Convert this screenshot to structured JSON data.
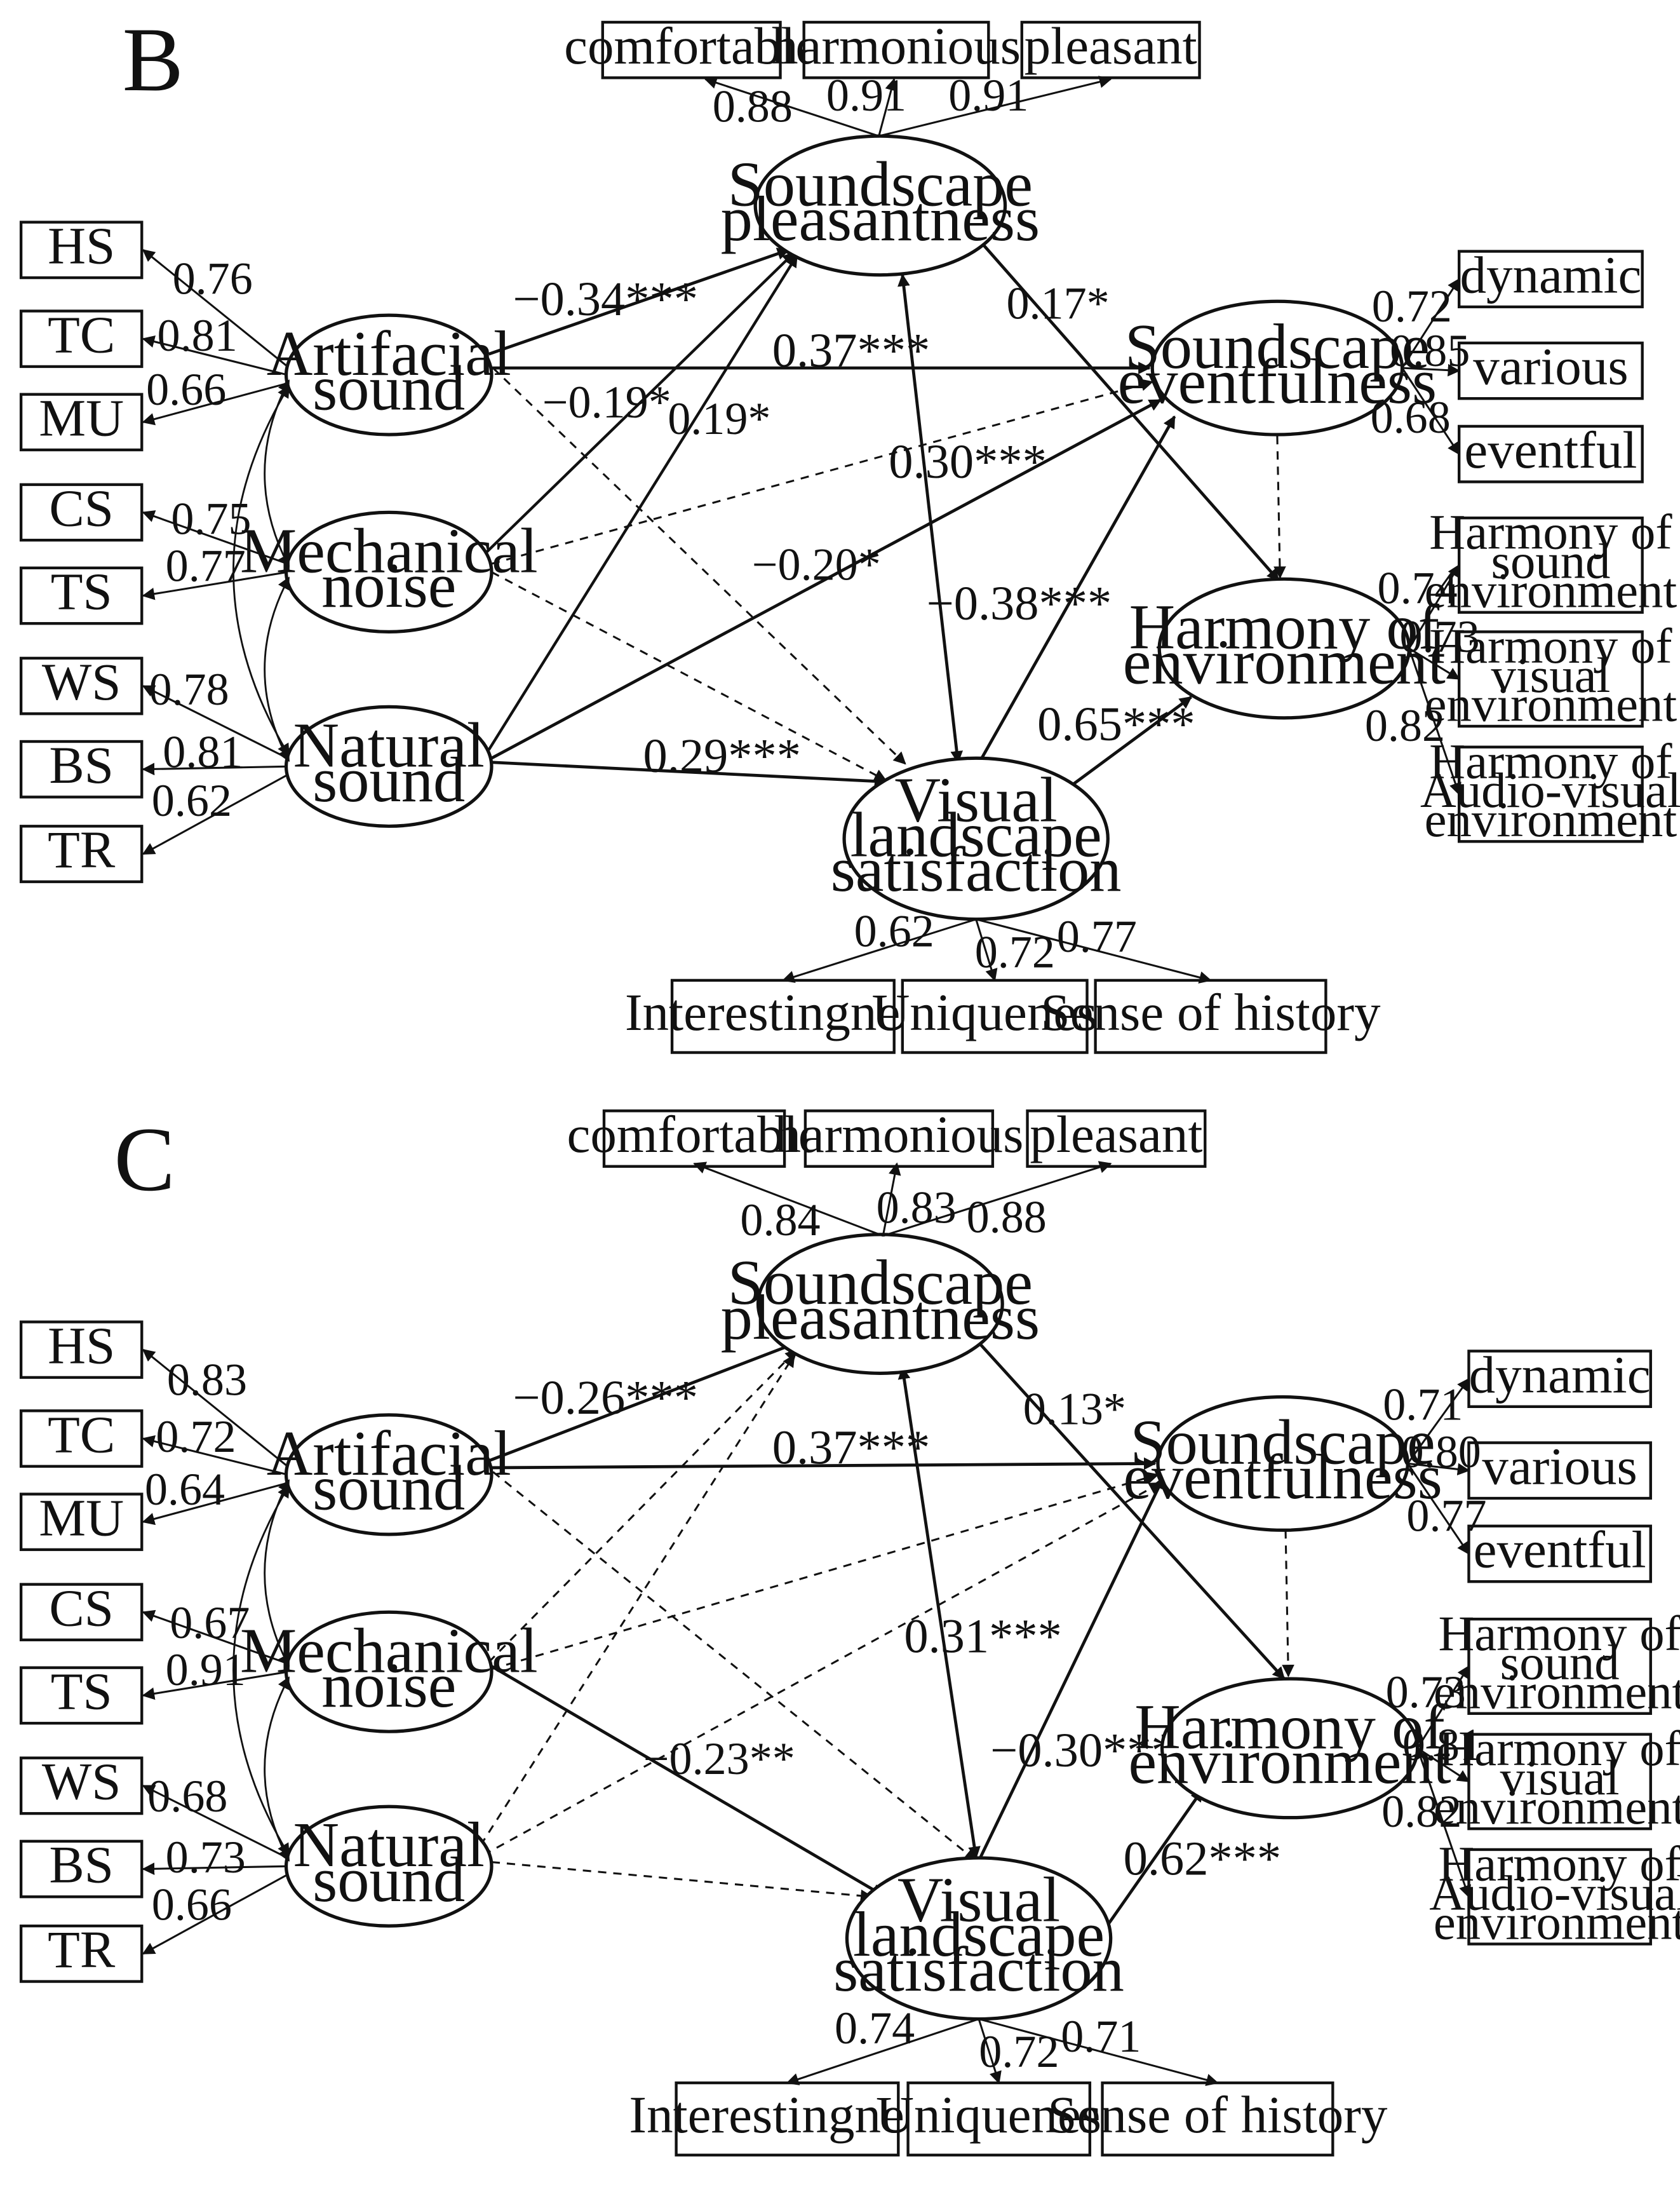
{
  "panels": [
    {
      "label": "B",
      "latent": {
        "artificial": [
          "Artifacial",
          "sound"
        ],
        "mechanical": [
          "Mechanical",
          "noise"
        ],
        "natural": [
          "Natural",
          "sound"
        ],
        "pleasantness": [
          "Soundscape",
          "pleasantness"
        ],
        "eventfulness": [
          "Soundscape",
          "eventfulness"
        ],
        "harmony": [
          "Harmony of",
          "environment"
        ],
        "visual": [
          "Visual",
          "landscape",
          "satisfaction"
        ]
      },
      "indicators": {
        "pleasantness": [
          "comfortable",
          "harmonious",
          "pleasant"
        ],
        "artificial": [
          "HS",
          "TC",
          "MU"
        ],
        "mechanical": [
          "CS",
          "TS"
        ],
        "natural": [
          "WS",
          "BS",
          "TR"
        ],
        "eventfulness": [
          "dynamic",
          "various",
          "eventful"
        ],
        "harmony": [
          [
            "Harmony of",
            "sound",
            "environment"
          ],
          [
            "Harmony of",
            "visual",
            "environment"
          ],
          [
            "Harmony of",
            "Audio-visual",
            "environment"
          ]
        ],
        "visual": [
          "Interestingness",
          "Uniqueness",
          "Sense of history"
        ]
      },
      "loadings": {
        "pleasantness": [
          "0.88",
          "0.91",
          "0.91"
        ],
        "artificial": [
          "0.76",
          "0.81",
          "0.66"
        ],
        "mechanical": [
          "0.75",
          "0.77"
        ],
        "natural": [
          "0.78",
          "0.81",
          "0.62"
        ],
        "eventfulness": [
          "0.72",
          "0.85",
          "0.68"
        ],
        "harmony": [
          "0.74",
          "0.73",
          "0.82"
        ],
        "visual": [
          "0.62",
          "0.72",
          "0.77"
        ]
      },
      "paths": {
        "art_pleas": "−0.34***",
        "art_event": "0.37***",
        "mech_pleas": "−0.19*",
        "nat_pleas": "0.19*",
        "pleas_visual": "0.30***",
        "pleas_harmony": "0.17*",
        "nat_event": "−0.20*",
        "visual_event": "−0.38***",
        "nat_visual": "0.29***",
        "visual_harmony": "0.65***"
      }
    },
    {
      "label": "C",
      "latent": {
        "artificial": [
          "Artifacial",
          "sound"
        ],
        "mechanical": [
          "Mechanical",
          "noise"
        ],
        "natural": [
          "Natural",
          "sound"
        ],
        "pleasantness": [
          "Soundscape",
          "pleasantness"
        ],
        "eventfulness": [
          "Soundscape",
          "eventfulness"
        ],
        "harmony": [
          "Harmony of",
          "environment"
        ],
        "visual": [
          "Visual",
          "landscape",
          "satisfaction"
        ]
      },
      "indicators": {
        "pleasantness": [
          "comfortable",
          "harmonious",
          "pleasant"
        ],
        "artificial": [
          "HS",
          "TC",
          "MU"
        ],
        "mechanical": [
          "CS",
          "TS"
        ],
        "natural": [
          "WS",
          "BS",
          "TR"
        ],
        "eventfulness": [
          "dynamic",
          "various",
          "eventful"
        ],
        "harmony": [
          [
            "Harmony of",
            "sound",
            "environment"
          ],
          [
            "Harmony of",
            "visual",
            "environment"
          ],
          [
            "Harmony of",
            "Audio-visual",
            "environment"
          ]
        ],
        "visual": [
          "Interestingness",
          "Uniqueness",
          "Sense of history"
        ]
      },
      "loadings": {
        "pleasantness": [
          "0.84",
          "0.83",
          "0.88"
        ],
        "artificial": [
          "0.83",
          "0.72",
          "0.64"
        ],
        "mechanical": [
          "0.67",
          "0.91"
        ],
        "natural": [
          "0.68",
          "0.73",
          "0.66"
        ],
        "eventfulness": [
          "0.71",
          "0.80",
          "0.77"
        ],
        "harmony": [
          "0.73",
          "0.81",
          "0.82"
        ],
        "visual": [
          "0.74",
          "0.72",
          "0.71"
        ]
      },
      "paths": {
        "art_pleas": "−0.26***",
        "art_event": "0.37***",
        "pleas_harmony": "0.13*",
        "pleas_visual": "0.31***",
        "mech_visual": "−0.23**",
        "visual_event": "−0.30***",
        "visual_harmony": "0.62***"
      }
    }
  ]
}
